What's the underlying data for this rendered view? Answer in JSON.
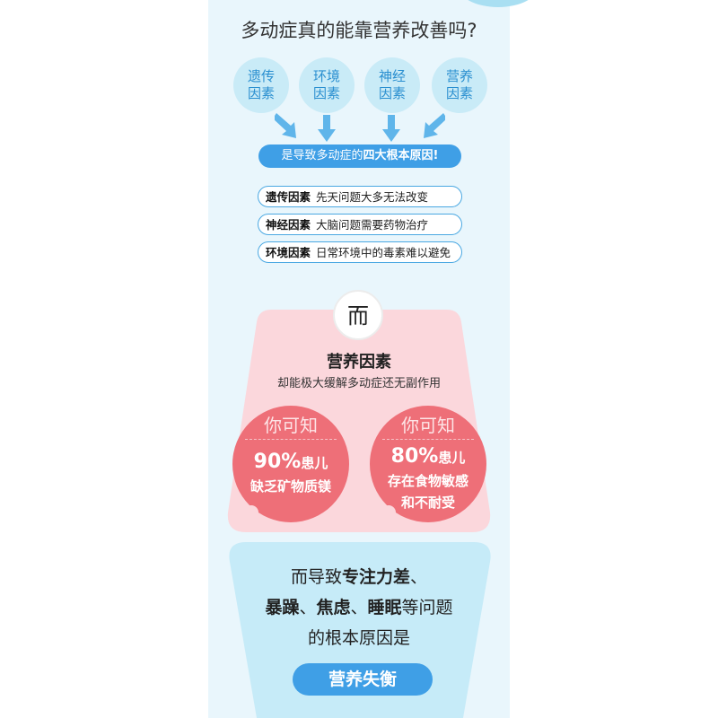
{
  "title": "多动症真的能靠营养改善吗?",
  "factors": [
    "遗传\n因素",
    "环境\n因素",
    "神经\n因素",
    "营养\n因素"
  ],
  "cause_banner": {
    "prefix": "是导致多动症的",
    "emphasis": "四大根本原因!"
  },
  "causes": [
    {
      "name": "遗传因素",
      "desc": "先天问题大多无法改变"
    },
    {
      "name": "神经因素",
      "desc": "大脑问题需要药物治疗"
    },
    {
      "name": "环境因素",
      "desc": "日常环境中的毒素难以避免"
    }
  ],
  "connector": "而",
  "nutrition": {
    "title": "营养因素",
    "subtitle": "却能极大缓解多动症还无副作用"
  },
  "stats": [
    {
      "head": "你可知",
      "percent": "90%",
      "unit": "患儿",
      "lines": [
        "缺乏矿物质镁"
      ]
    },
    {
      "head": "你可知",
      "percent": "80%",
      "unit": "患儿",
      "lines": [
        "存在食物敏感",
        "和不耐受"
      ]
    }
  ],
  "summary": {
    "l1_pre": "而导致",
    "l1_em": "专注力差",
    "l1_post": "、",
    "l2_em1": "暴躁",
    "l2_sep1": "、",
    "l2_em2": "焦虑",
    "l2_sep2": "、",
    "l2_em3": "睡眠",
    "l2_post": "等问题",
    "l3": "的根本原因是"
  },
  "cta": "营养失衡",
  "colors": {
    "blue": "#3f9fe6",
    "pink": "#ee6f78",
    "panel": "#e9f6fc"
  }
}
